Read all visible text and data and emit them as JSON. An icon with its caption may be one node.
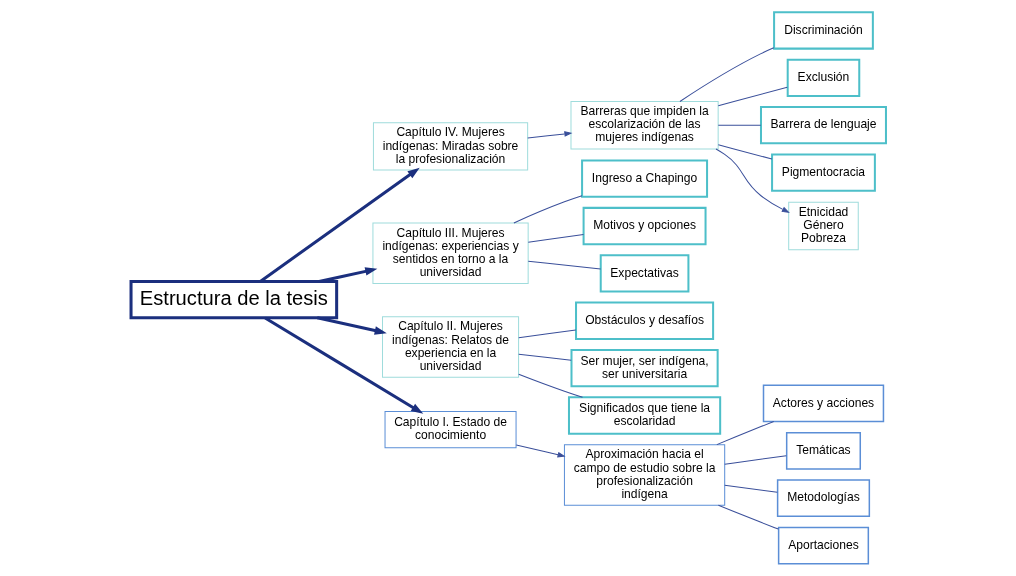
{
  "diagram": {
    "nodes": [
      {
        "text": [
          "Discriminación"
        ]
      },
      {
        "text": [
          "Capítulo IV. Mujeres indígenas: Miradas sobre la profesionalización"
        ]
      },
      {
        "text": [
          "Barreras que impiden la escolarización de las mujeres indígenas"
        ]
      },
      {
        "text": [
          "Exclusión"
        ]
      },
      {
        "text": [
          "Barrera de lenguaje"
        ]
      },
      {
        "text": [
          "Pigmentocracia"
        ]
      },
      {
        "text": [
          "Ingreso a Chapingo"
        ]
      },
      {
        "text": [
          "Motivos y opciones"
        ]
      },
      {
        "text": [
          "Expectativas"
        ]
      },
      {
        "text": [
          "Capítulo III. Mujeres indígenas: experiencias y sentidos en torno a la universidad"
        ]
      },
      {
        "text": [
          "Etnicidad",
          "Género",
          "Pobreza"
        ]
      },
      {
        "text": [
          "Obstáculos y desafíos"
        ]
      },
      {
        "text": [
          "Capítulo II. Mujeres indígenas: Relatos de experiencia en la universidad"
        ]
      },
      {
        "text": [
          "Ser mujer, ser indígena, ser universitaria"
        ]
      },
      {
        "text": [
          "Significados que tiene la escolaridad"
        ]
      },
      {
        "text": [
          "Actores y acciones"
        ]
      },
      {
        "text": [
          "Aproximación hacia el campo de estudio sobre la profesionalización indígena"
        ]
      },
      {
        "text": [
          "Temáticas"
        ]
      },
      {
        "text": [
          "Capítulo I. Estado de conocimiento"
        ]
      },
      {
        "text": [
          "Metodologías"
        ]
      },
      {
        "text": [
          "Aportaciones"
        ]
      },
      {
        "text": [
          "Estructura de la tesis"
        ]
      }
    ],
    "edges": [
      {
        "from": 21,
        "to": 1,
        "arrow": "to",
        "style": "thick"
      },
      {
        "from": 21,
        "to": 9,
        "arrow": "to",
        "style": "thick"
      },
      {
        "from": 21,
        "to": 12,
        "arrow": "to",
        "style": "thick"
      },
      {
        "from": 21,
        "to": 18,
        "arrow": "to",
        "style": "thick"
      },
      {
        "from": 1,
        "to": 2,
        "arrow": "to"
      },
      {
        "from": 2,
        "to": 0,
        "arrow": "none"
      },
      {
        "from": 2,
        "to": 3,
        "arrow": "none"
      },
      {
        "from": 2,
        "to": 4,
        "arrow": "none"
      },
      {
        "from": 2,
        "to": 5,
        "arrow": "none"
      },
      {
        "from": 2,
        "to": 10,
        "arrow": "to"
      },
      {
        "from": 9,
        "to": 6,
        "arrow": "none"
      },
      {
        "from": 9,
        "to": 7,
        "arrow": "none"
      },
      {
        "from": 9,
        "to": 8,
        "arrow": "none"
      },
      {
        "from": 12,
        "to": 11,
        "arrow": "none"
      },
      {
        "from": 12,
        "to": 13,
        "arrow": "none"
      },
      {
        "from": 12,
        "to": 14,
        "arrow": "none"
      },
      {
        "from": 18,
        "to": 16,
        "arrow": "to"
      },
      {
        "from": 16,
        "to": 15,
        "arrow": "none"
      },
      {
        "from": 16,
        "to": 17,
        "arrow": "none"
      },
      {
        "from": 16,
        "to": 19,
        "arrow": "none"
      },
      {
        "from": 16,
        "to": 20,
        "arrow": "none"
      }
    ]
  }
}
